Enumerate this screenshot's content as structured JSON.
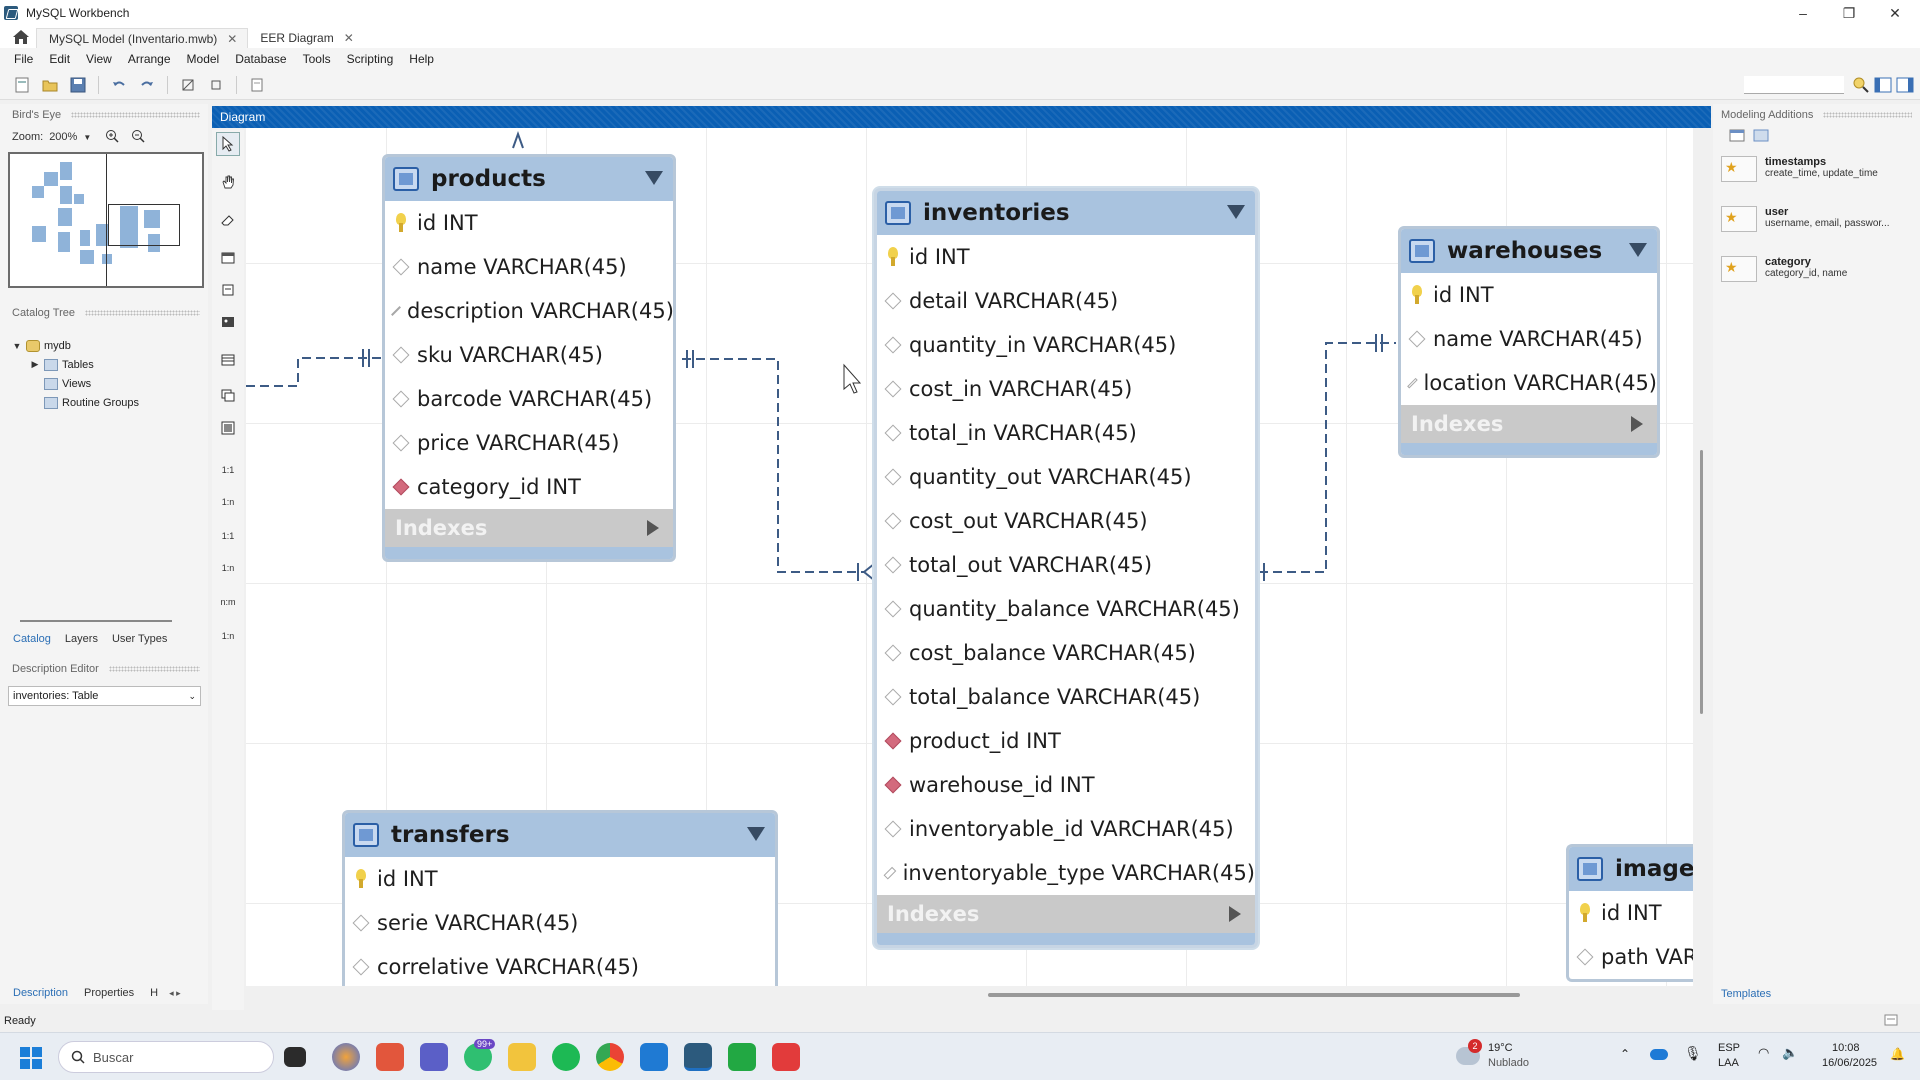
{
  "window": {
    "title": "MySQL Workbench"
  },
  "tabs": [
    {
      "label": "MySQL Model (Inventario.mwb)"
    },
    {
      "label": "EER Diagram"
    }
  ],
  "menu": [
    "File",
    "Edit",
    "View",
    "Arrange",
    "Model",
    "Database",
    "Tools",
    "Scripting",
    "Help"
  ],
  "left": {
    "birds_eye": "Bird's Eye",
    "zoom_label": "Zoom:",
    "zoom_value": "200%",
    "catalog_tree": "Catalog Tree",
    "tree": {
      "db": "mydb",
      "tables": "Tables",
      "views": "Views",
      "routines": "Routine Groups"
    },
    "tabs": [
      "Catalog",
      "Layers",
      "User Types"
    ],
    "description_editor": "Description Editor",
    "desc_select": "inventories: Table",
    "bottom_tabs": [
      "Description",
      "Properties",
      "H"
    ]
  },
  "tool_labels": [
    "1:1",
    "1:n",
    "1:1",
    "1:n",
    "n:m",
    "1:n"
  ],
  "diagram": {
    "header": "Diagram",
    "indexes_label": "Indexes",
    "tables": {
      "products": {
        "name": "products",
        "columns": [
          {
            "label": "id INT",
            "kind": "pk"
          },
          {
            "label": "name VARCHAR(45)",
            "kind": "col"
          },
          {
            "label": "description VARCHAR(45)",
            "kind": "col"
          },
          {
            "label": "sku VARCHAR(45)",
            "kind": "col"
          },
          {
            "label": "barcode VARCHAR(45)",
            "kind": "col"
          },
          {
            "label": "price VARCHAR(45)",
            "kind": "col"
          },
          {
            "label": "category_id INT",
            "kind": "fk"
          }
        ]
      },
      "inventories": {
        "name": "inventories",
        "columns": [
          {
            "label": "id INT",
            "kind": "pk"
          },
          {
            "label": "detail VARCHAR(45)",
            "kind": "col"
          },
          {
            "label": "quantity_in VARCHAR(45)",
            "kind": "col"
          },
          {
            "label": "cost_in VARCHAR(45)",
            "kind": "col"
          },
          {
            "label": "total_in VARCHAR(45)",
            "kind": "col"
          },
          {
            "label": "quantity_out VARCHAR(45)",
            "kind": "col"
          },
          {
            "label": "cost_out VARCHAR(45)",
            "kind": "col"
          },
          {
            "label": "total_out VARCHAR(45)",
            "kind": "col"
          },
          {
            "label": "quantity_balance VARCHAR(45)",
            "kind": "col"
          },
          {
            "label": "cost_balance VARCHAR(45)",
            "kind": "col"
          },
          {
            "label": "total_balance VARCHAR(45)",
            "kind": "col"
          },
          {
            "label": "product_id INT",
            "kind": "fk"
          },
          {
            "label": "warehouse_id INT",
            "kind": "fk"
          },
          {
            "label": "inventoryable_id VARCHAR(45)",
            "kind": "col"
          },
          {
            "label": "inventoryable_type VARCHAR(45)",
            "kind": "col"
          }
        ]
      },
      "warehouses": {
        "name": "warehouses",
        "columns": [
          {
            "label": "id INT",
            "kind": "pk"
          },
          {
            "label": "name VARCHAR(45)",
            "kind": "col"
          },
          {
            "label": "location VARCHAR(45)",
            "kind": "col"
          }
        ]
      },
      "transfers": {
        "name": "transfers",
        "columns": [
          {
            "label": "id INT",
            "kind": "pk"
          },
          {
            "label": "serie VARCHAR(45)",
            "kind": "col"
          },
          {
            "label": "correlative VARCHAR(45)",
            "kind": "col"
          }
        ]
      },
      "images": {
        "name": "image",
        "columns": [
          {
            "label": "id INT",
            "kind": "pk"
          },
          {
            "label": "path VARC",
            "kind": "col"
          }
        ]
      }
    }
  },
  "right": {
    "header": "Modeling Additions",
    "snippets": [
      {
        "name": "timestamps",
        "desc": "create_time, update_time"
      },
      {
        "name": "user",
        "desc": "username, email, passwor..."
      },
      {
        "name": "category",
        "desc": "category_id, name"
      }
    ],
    "templates": "Templates"
  },
  "status": "Ready",
  "taskbar": {
    "search_placeholder": "Buscar",
    "badge": "99+",
    "weather_temp": "19°C",
    "weather_desc": "Nublado",
    "weather_badge": "2",
    "lang1": "ESP",
    "lang2": "LAA",
    "time": "10:08",
    "date": "16/06/2025"
  }
}
